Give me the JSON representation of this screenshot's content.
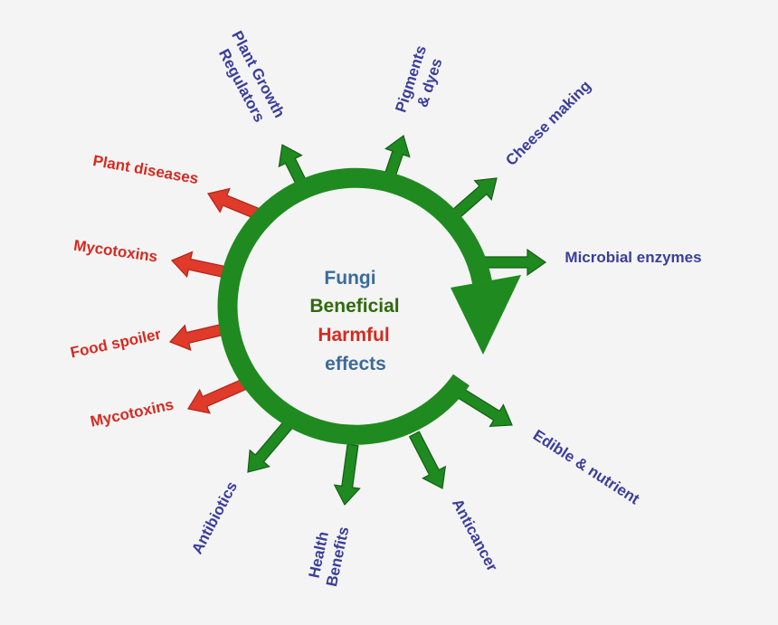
{
  "center": {
    "line1": "Fungi",
    "line2": "Beneficial",
    "line3": "Harmful",
    "line4": "effects"
  },
  "colors": {
    "background": "#f4f4f4",
    "ring": "#1f8a1f",
    "beneficial_arrow": "#1f8a1f",
    "harmful_arrow": "#e03a2a",
    "beneficial_text": "#3a3e9a",
    "harmful_text": "#d62a20",
    "center_blue": "#3d6a9c",
    "center_green": "#2f6a0e",
    "center_red": "#d62a20"
  },
  "beneficial": [
    {
      "id": "plant-growth",
      "line1": "Plant Growth",
      "line2": "Regulators"
    },
    {
      "id": "pigments",
      "line1": "Pigments",
      "line2": "& dyes"
    },
    {
      "id": "cheese",
      "line1": "Cheese making"
    },
    {
      "id": "enzymes",
      "line1": "Microbial enzymes"
    },
    {
      "id": "edible",
      "line1": "Edible & nutrient"
    },
    {
      "id": "anticancer",
      "line1": "Anticancer"
    },
    {
      "id": "health",
      "line1": "Health",
      "line2": "Benefits"
    },
    {
      "id": "antibiotics",
      "line1": "Antibiotics"
    }
  ],
  "harmful": [
    {
      "id": "plant-diseases",
      "line1": "Plant diseases"
    },
    {
      "id": "mycotoxins-1",
      "line1": "Mycotoxins"
    },
    {
      "id": "food-spoiler",
      "line1": "Food spoiler"
    },
    {
      "id": "mycotoxins-2",
      "line1": "Mycotoxins"
    }
  ]
}
